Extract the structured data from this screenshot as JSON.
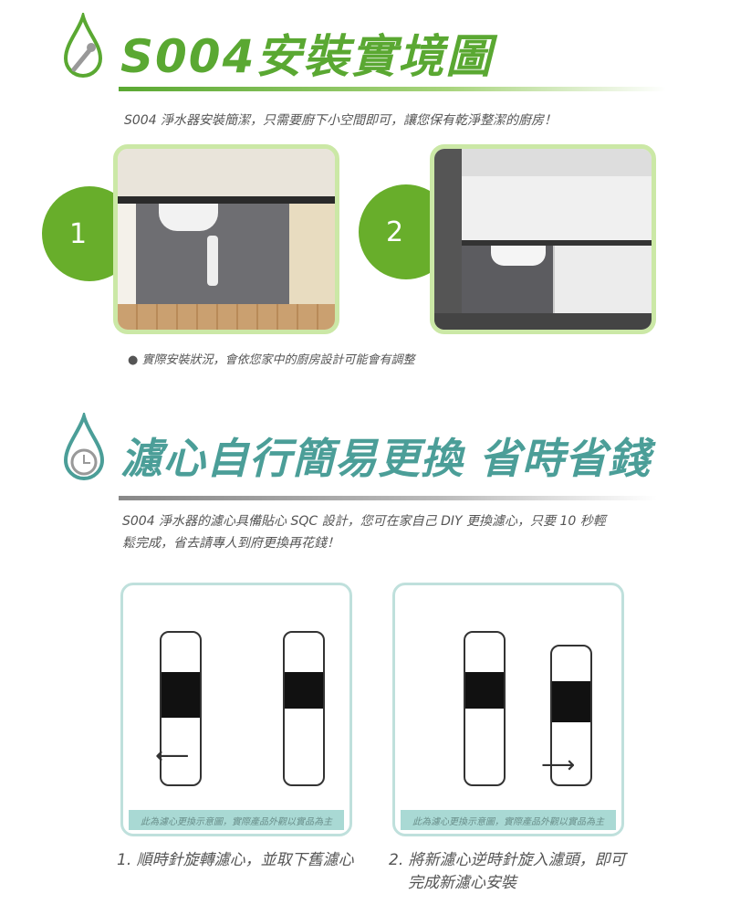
{
  "section1": {
    "title": "S004安裝實境圖",
    "subtitle": "S004 淨水器安裝簡潔，只需要廚下小空間即可，讓您保有乾淨整潔的廚房！",
    "steps": [
      {
        "number": "1"
      },
      {
        "number": "2"
      }
    ],
    "note": "● 實際安裝狀況，會依您家中的廚房設計可能會有調整",
    "icon": "wrench-drop-icon",
    "color": "#5aa832"
  },
  "section2": {
    "title": "濾心自行簡易更換  省時省錢",
    "paragraph_line1": "S004 淨水器的濾心具備貼心 SQC 設計，您可在家自己 DIY 更換濾心，只要 10 秒輕",
    "paragraph_line2": "鬆完成，省去請專人到府更換再花錢！",
    "icon": "clock-drop-icon",
    "color": "#4b9e98",
    "panels": [
      {
        "caption": "此為濾心更換示意圖，實際產品外觀以實品為主",
        "step_line1": "1. 順時針旋轉濾心，並取下舊濾心",
        "step_line2": ""
      },
      {
        "caption": "此為濾心更換示意圖，實際產品外觀以實品為主",
        "step_line1": "2. 將新濾心逆時針旋入濾頭，即可",
        "step_line2": "完成新濾心安裝"
      }
    ]
  }
}
